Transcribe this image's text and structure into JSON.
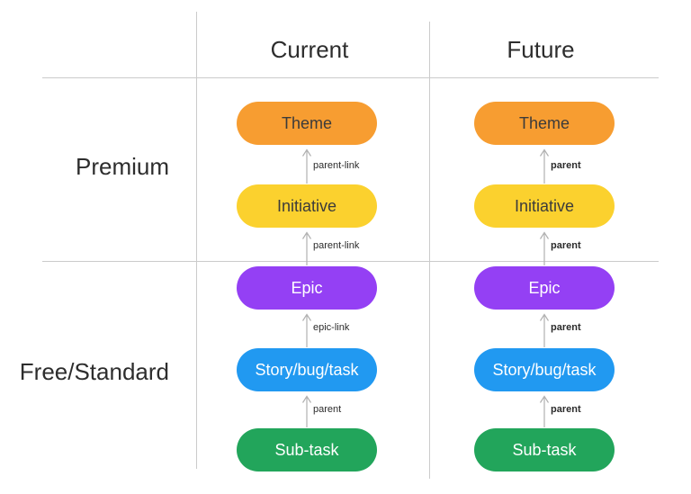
{
  "diagram": {
    "row_headers": [
      {
        "label": "Premium"
      },
      {
        "label": "Free/Standard"
      }
    ],
    "columns": [
      {
        "header": "Current",
        "nodes": [
          {
            "label": "Theme",
            "bg": "#F79D31",
            "fg": "#3B3B3B"
          },
          {
            "label": "Initiative",
            "bg": "#FBD12E",
            "fg": "#3B3B3B"
          },
          {
            "label": "Epic",
            "bg": "#9440F4",
            "fg": "#FFFFFF"
          },
          {
            "label": "Story/bug/task",
            "bg": "#2199F1",
            "fg": "#FFFFFF"
          },
          {
            "label": "Sub-task",
            "bg": "#22A55B",
            "fg": "#FFFFFF"
          }
        ],
        "links": [
          {
            "label": "parent-link",
            "weight": "400"
          },
          {
            "label": "parent-link",
            "weight": "400"
          },
          {
            "label": "epic-link",
            "weight": "400"
          },
          {
            "label": "parent",
            "weight": "400"
          }
        ]
      },
      {
        "header": "Future",
        "nodes": [
          {
            "label": "Theme",
            "bg": "#F79D31",
            "fg": "#3B3B3B"
          },
          {
            "label": "Initiative",
            "bg": "#FBD12E",
            "fg": "#3B3B3B"
          },
          {
            "label": "Epic",
            "bg": "#9440F4",
            "fg": "#FFFFFF"
          },
          {
            "label": "Story/bug/task",
            "bg": "#2199F1",
            "fg": "#FFFFFF"
          },
          {
            "label": "Sub-task",
            "bg": "#22A55B",
            "fg": "#FFFFFF"
          }
        ],
        "links": [
          {
            "label": "parent",
            "weight": "700"
          },
          {
            "label": "parent",
            "weight": "700"
          },
          {
            "label": "parent",
            "weight": "700"
          },
          {
            "label": "parent",
            "weight": "700"
          }
        ]
      }
    ],
    "colors": {
      "grid_line": "#CBCBCB",
      "arrow": "#B0B0B0",
      "header_text": "#2D2D2D",
      "link_label_text": "#2B2B2B",
      "background": "#FFFFFF"
    }
  }
}
